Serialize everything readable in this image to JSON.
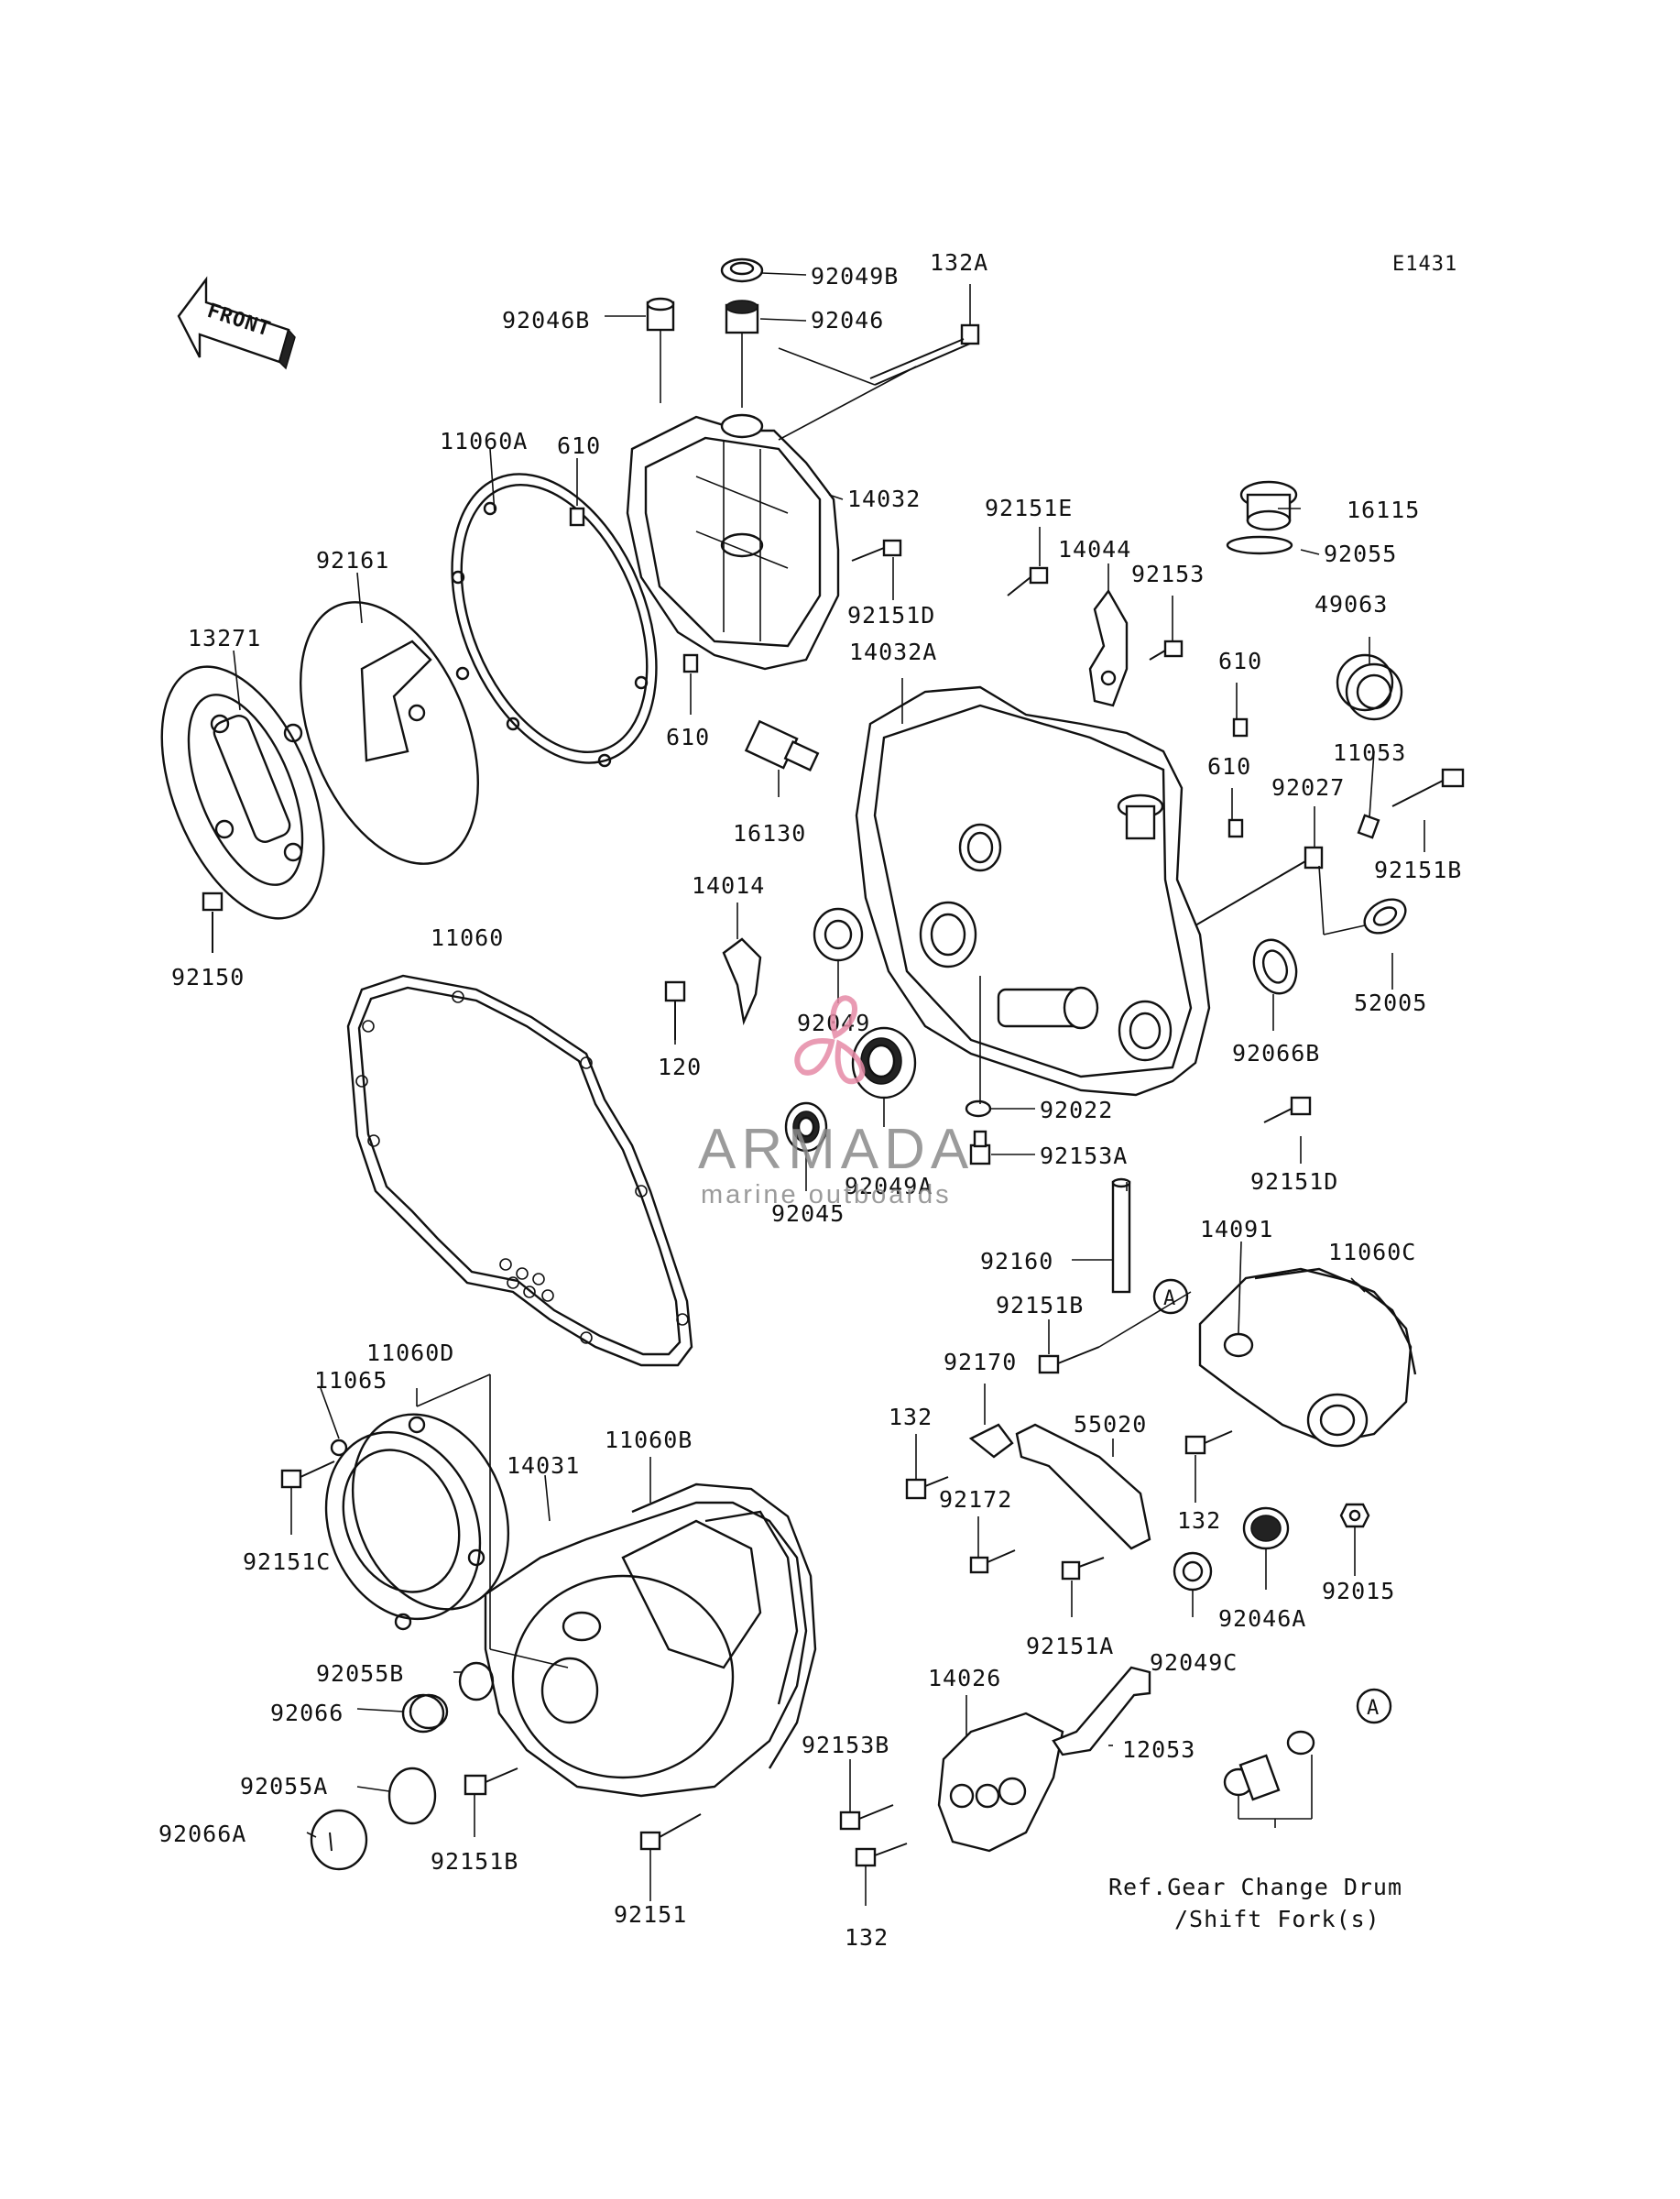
{
  "diagram": {
    "code": "E1431",
    "front_label": "FRONT",
    "ref_note_line1": "Ref.Gear Change Drum",
    "ref_note_line2": "/Shift Fork(s)",
    "marker_a": "A",
    "watermark_title": "ARMADA",
    "watermark_subtitle": "marine outboards",
    "watermark_colors": {
      "logo": "#e68aa6",
      "text": "#8a8a8a"
    }
  },
  "labels": {
    "l92049B": "92049B",
    "l132A": "132A",
    "l92046B": "92046B",
    "l92046": "92046",
    "l11060A": "11060A",
    "l610a": "610",
    "l14032": "14032",
    "l92161": "92161",
    "l13271": "13271",
    "l92150": "92150",
    "l610b": "610",
    "l92151Da": "92151D",
    "l92151E": "92151E",
    "l14044": "14044",
    "l92153": "92153",
    "l16115": "16115",
    "l92055": "92055",
    "l49063": "49063",
    "l14032A": "14032A",
    "l610c": "610",
    "l610d": "610",
    "l11053": "11053",
    "l92027": "92027",
    "l92151Ba": "92151B",
    "l16130": "16130",
    "l14014": "14014",
    "l52005": "52005",
    "l11060": "11060",
    "l120": "120",
    "l92049": "92049",
    "l92066B": "92066B",
    "l92022": "92022",
    "l92153A": "92153A",
    "l92049A": "92049A",
    "l92151Db": "92151D",
    "l92045": "92045",
    "l92160": "92160",
    "l14091": "14091",
    "l11060C": "11060C",
    "l92151Bb": "92151B",
    "l92170": "92170",
    "l11060D": "11060D",
    "l11065": "11065",
    "l132a": "132",
    "l55020": "55020",
    "l11060B": "11060B",
    "l14031": "14031",
    "l92172": "92172",
    "l132b": "132",
    "l92015": "92015",
    "l92151C": "92151C",
    "l92046A": "92046A",
    "l92151A": "92151A",
    "l92049C": "92049C",
    "l92055B": "92055B",
    "l14026": "14026",
    "l92066": "92066",
    "l92153B": "92153B",
    "l12053": "12053",
    "l92055A": "92055A",
    "l92066A": "92066A",
    "l92151Bc": "92151B",
    "l92151": "92151",
    "l132c": "132"
  }
}
